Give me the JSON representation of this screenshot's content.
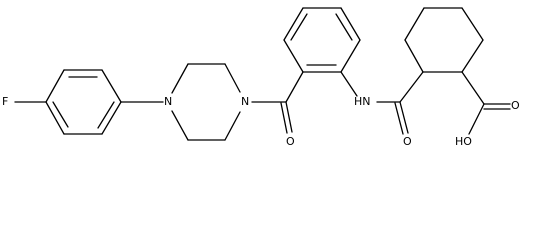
{
  "molecule": {
    "atom_labels": {
      "fluorine": "F",
      "piperazine_n1": "N",
      "piperazine_n4": "N",
      "ketone_oxygen": "O",
      "amide_nh": "HN",
      "amide_oxygen": "O",
      "carboxyl_oh": "HO",
      "carboxyl_oxygen": "O"
    },
    "colors": {
      "bond": "#000000",
      "label": "#000000",
      "background": "#ffffff"
    }
  }
}
